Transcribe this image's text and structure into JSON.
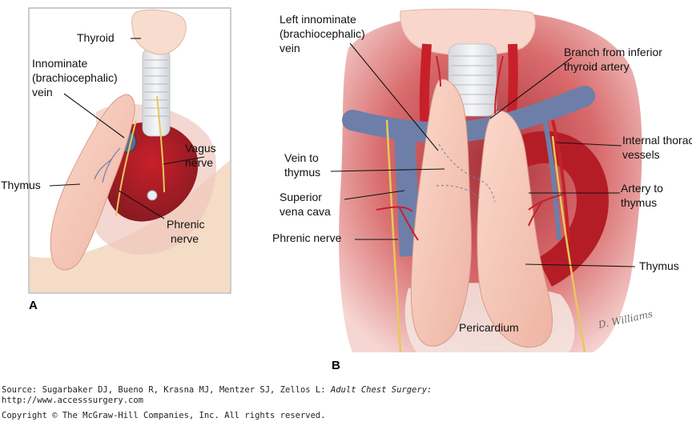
{
  "panel_a": {
    "letter": "A",
    "labels": {
      "thyroid": "Thyroid",
      "innominate_1": "Innominate",
      "innominate_2": "(brachiocephalic)",
      "innominate_3": "vein",
      "vagus_1": "Vagus",
      "vagus_2": "nerve",
      "thymus": "Thymus",
      "phrenic_1": "Phrenic",
      "phrenic_2": "nerve"
    }
  },
  "panel_b": {
    "letter": "B",
    "labels": {
      "left_innominate_1": "Left innominate",
      "left_innominate_2": "(brachiocephalic)",
      "left_innominate_3": "vein",
      "branch_1": "Branch from inferior",
      "branch_2": "thyroid artery",
      "internal_thoracic_1": "Internal thoracic",
      "internal_thoracic_2": "vessels",
      "vein_thymus_1": "Vein to",
      "vein_thymus_2": "thymus",
      "svc_1": "Superior",
      "svc_2": "vena cava",
      "artery_thymus_1": "Artery to",
      "artery_thymus_2": "thymus",
      "phrenic": "Phrenic nerve",
      "thymus": "Thymus",
      "pericardium": "Pericardium",
      "signature": "D. Williams"
    }
  },
  "source": {
    "line1_prefix": "Source: Sugarbaker DJ, Bueno R, Krasna MJ, Mentzer SJ, Zellos L: ",
    "line1_title": "Adult Chest Surgery:",
    "line2": "http://www.accesssurgery.com",
    "line3": "Copyright © The McGraw-Hill Companies, Inc. All rights reserved."
  },
  "colors": {
    "thymus": "#f6c7b8",
    "artery": "#c8202a",
    "vein": "#6d7fa8",
    "nerve": "#e8c85a",
    "background_tissue": "#f3c9c4"
  }
}
